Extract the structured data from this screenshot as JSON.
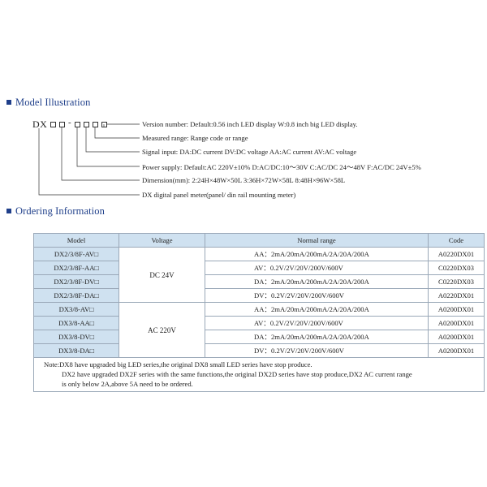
{
  "sections": {
    "model_title": "Model Illustration",
    "order_title": "Ordering Information"
  },
  "model_code": {
    "prefix": "DX",
    "dash": "-"
  },
  "descriptions": [
    "Version number: Default:0.56 inch LED display  W:0.8 inch big LED display.",
    "Measured range: Range code or range",
    "Signal input: DA:DC current  DV:DC voltage  AA:AC current  AV:AC voltage",
    "Power supply: Default:AC 220V±10%  D:AC/DC:10～30V  C:AC/DC 24～48V  F:AC/DC 24V±5%",
    "Dimension(mm): 2:24H×48W×50L  3:36H×72W×58L  8:48H×96W×58L",
    "DX digital panel meter(panel/ din rail mounting meter)"
  ],
  "table": {
    "headers": [
      "Model",
      "Voltage",
      "Normal range",
      "Code"
    ],
    "groups": [
      {
        "voltage": "DC 24V",
        "rows": [
          {
            "model": "DX2/3/8F-AV□",
            "range": "AA：2mA/20mA/200mA/2A/20A/200A",
            "code": "A0220DX01"
          },
          {
            "model": "DX2/3/8F-AA□",
            "range": "AV：0.2V/2V/20V/200V/600V",
            "code": "C0220DX03"
          },
          {
            "model": "DX2/3/8F-DV□",
            "range": "DA：2mA/20mA/200mA/2A/20A/200A",
            "code": "C0220DX03"
          },
          {
            "model": "DX2/3/8F-DA□",
            "range": "DV：0.2V/2V/20V/200V/600V",
            "code": "A0220DX01"
          }
        ]
      },
      {
        "voltage": "AC 220V",
        "rows": [
          {
            "model": "DX3/8-AV□",
            "range": "AA：2mA/20mA/200mA/2A/20A/200A",
            "code": "A0200DX01"
          },
          {
            "model": "DX3/8-AA□",
            "range": "AV：0.2V/2V/20V/200V/600V",
            "code": "A0200DX01"
          },
          {
            "model": "DX3/8-DV□",
            "range": "DA：2mA/20mA/200mA/2A/20A/200A",
            "code": "A0200DX01"
          },
          {
            "model": "DX3/8-DA□",
            "range": "DV：0.2V/2V/20V/200V/600V",
            "code": "A0200DX01"
          }
        ]
      }
    ],
    "note": [
      "Note:DX8 have upgraded big LED series,the original DX8 small LED series have stop produce.",
      "DX2 have upgraded DX2F series with the same functions,the original DX2D series have stop produce,DX2 AC current range",
      "is only below 2A,above 5A need to be ordered."
    ]
  }
}
